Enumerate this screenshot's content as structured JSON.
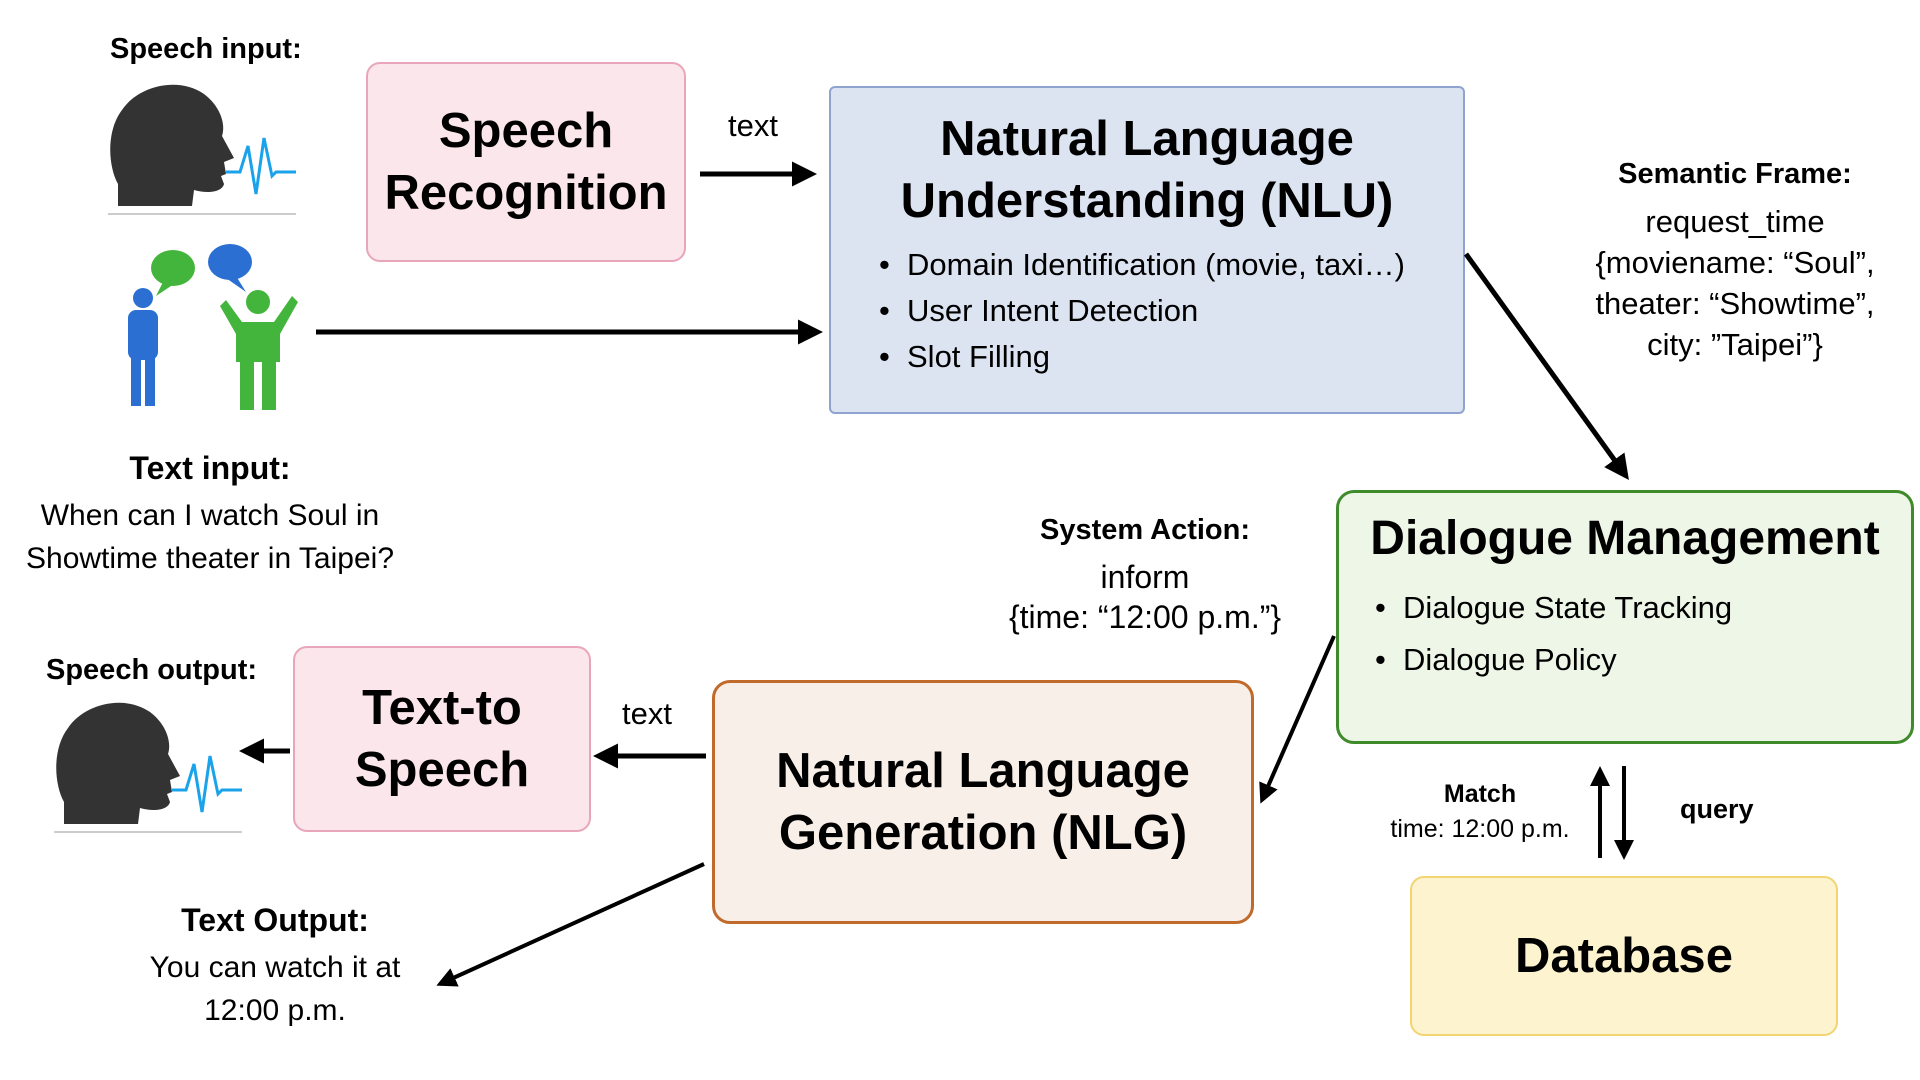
{
  "speech_input": {
    "label": "Speech input:"
  },
  "speech_recognition": {
    "title_line1": "Speech",
    "title_line2": "Recognition"
  },
  "arrow_text_top": "text",
  "nlu": {
    "title_line1": "Natural Language",
    "title_line2": "Understanding (NLU)",
    "bullets": [
      "Domain Identification (movie, taxi…)",
      "User Intent Detection",
      "Slot Filling"
    ]
  },
  "semantic_frame": {
    "label": "Semantic Frame:",
    "lines": [
      "request_time",
      "{moviename: “Soul”,",
      "theater: “Showtime”,",
      "city: ”Taipei”}"
    ]
  },
  "text_input": {
    "label": "Text input:",
    "lines": [
      "When can I watch Soul in",
      "Showtime theater in Taipei?"
    ]
  },
  "dialogue_management": {
    "title": "Dialogue Management",
    "bullets": [
      "Dialogue State Tracking",
      "Dialogue Policy"
    ]
  },
  "system_action": {
    "label": "System Action:",
    "lines": [
      "inform",
      "{time: “12:00 p.m.”}"
    ]
  },
  "speech_output": {
    "label": "Speech output:"
  },
  "tts": {
    "title_line1": "Text-to",
    "title_line2": "Speech"
  },
  "arrow_text_bottom": "text",
  "nlg": {
    "title_line1": "Natural Language",
    "title_line2": "Generation (NLG)"
  },
  "match": {
    "label": "Match",
    "value": "time: 12:00 p.m."
  },
  "query": {
    "label": "query"
  },
  "database": {
    "title": "Database"
  },
  "text_output": {
    "label": "Text Output:",
    "lines": [
      "You can watch it at",
      "12:00 p.m."
    ]
  },
  "colors": {
    "pink_fill": "#fbe6ec",
    "pink_border": "#e9a6bb",
    "blue_fill": "#dce3f1",
    "blue_border": "#8ea4cf",
    "green_fill": "#eef6e8",
    "green_border": "#3f8a2a",
    "peach_fill": "#f8efe9",
    "peach_border": "#c06a2b",
    "yellow_fill": "#fdf3cf",
    "yellow_border": "#f2d472",
    "head_color": "#333333",
    "wave_color": "#1aa3ea",
    "person_blue": "#2a6fd1",
    "person_green": "#43b53c"
  }
}
